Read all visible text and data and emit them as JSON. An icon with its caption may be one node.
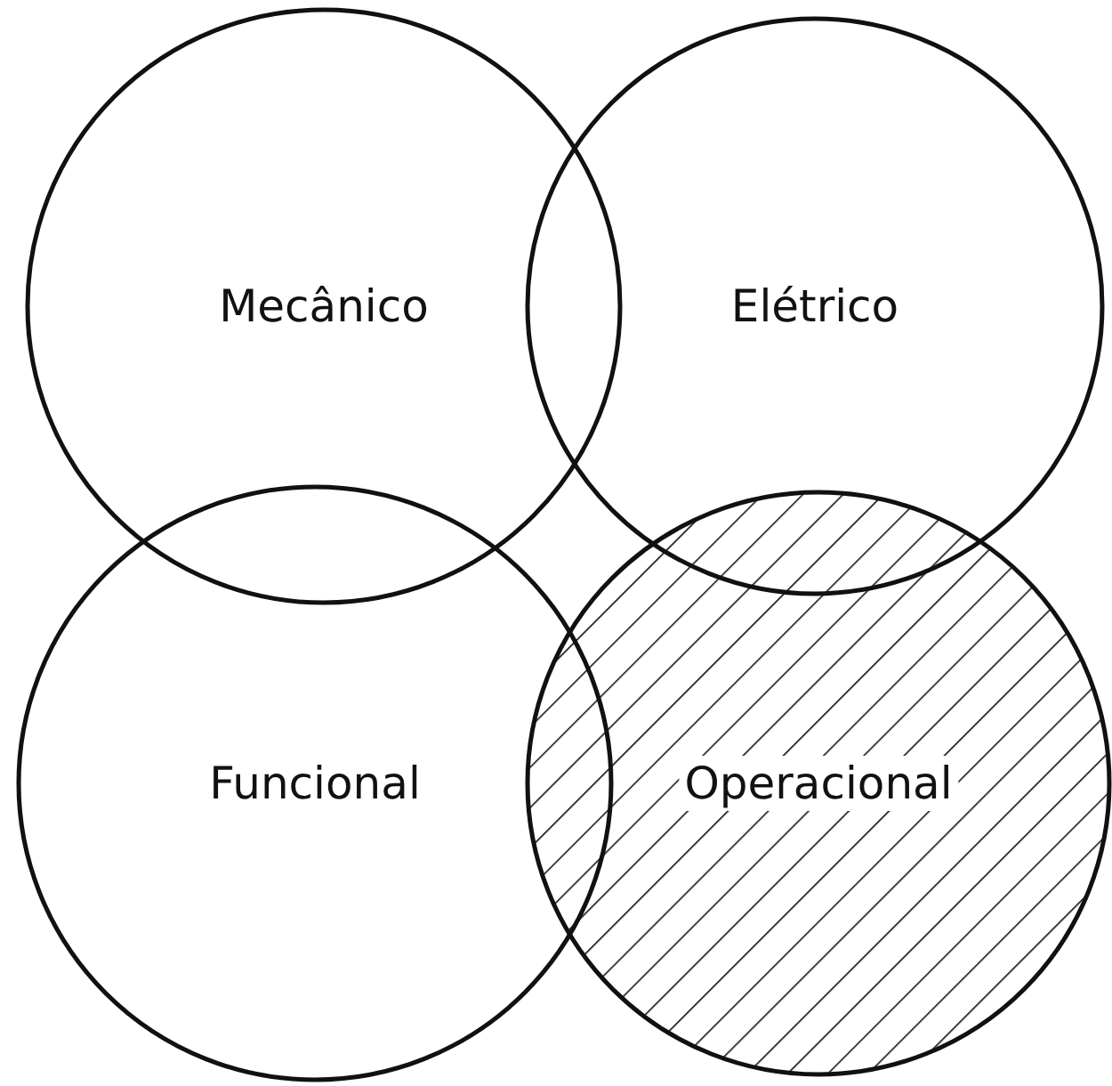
{
  "diagram": {
    "nodes": [
      {
        "text": [
          "Mecânico"
        ]
      },
      {
        "text": [
          "Elétrico"
        ]
      },
      {
        "text": [
          "Funcional"
        ]
      },
      {
        "text": [
          "Operacional"
        ]
      }
    ]
  }
}
